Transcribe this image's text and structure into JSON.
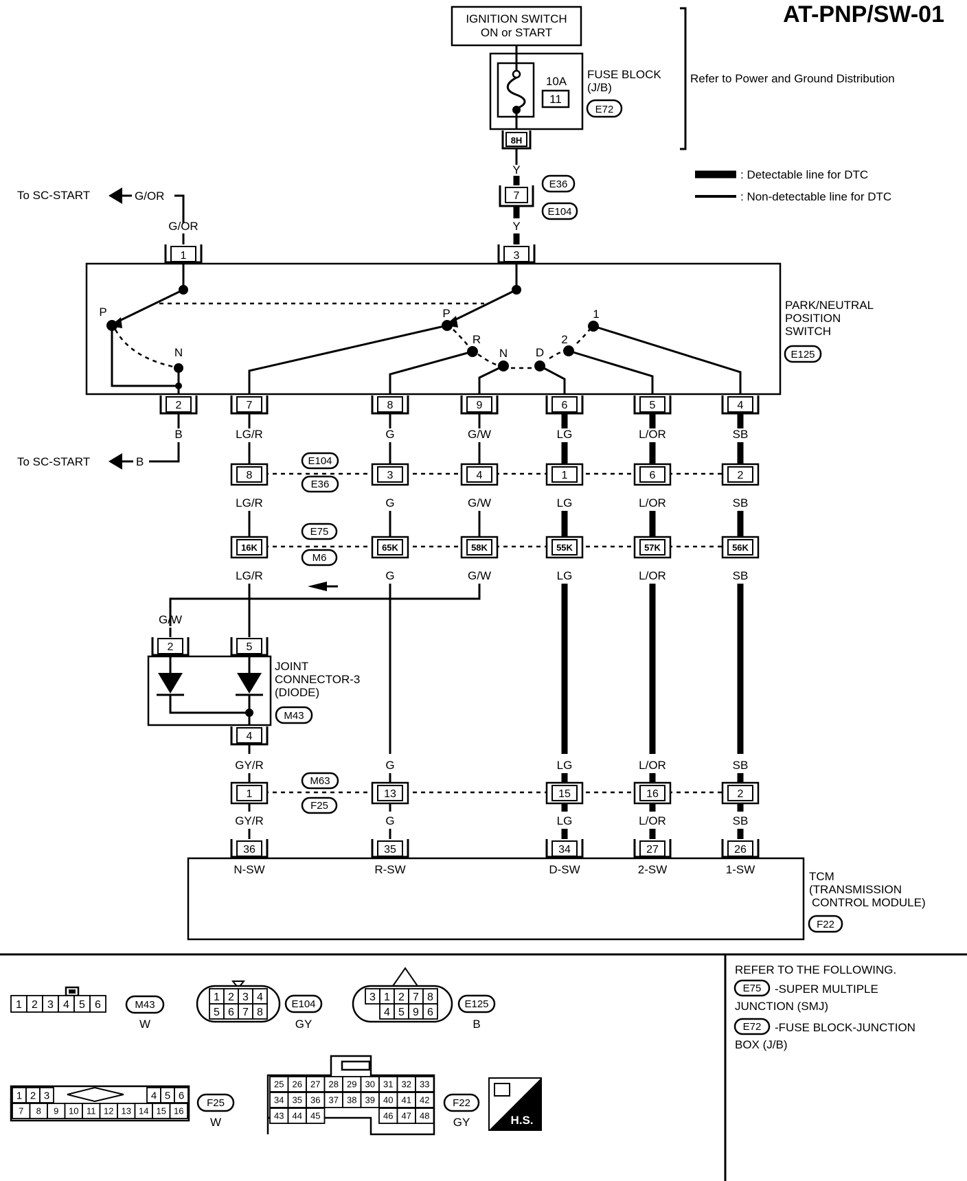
{
  "title": "AT-PNP/SW-01",
  "ignition": {
    "line1": "IGNITION SWITCH",
    "line2": "ON or START"
  },
  "fuse_block": {
    "line1": "FUSE BLOCK",
    "line2": "(J/B)",
    "rating": "10A",
    "number": "11",
    "connector": "E72",
    "terminal": "8H"
  },
  "refer_power": "Refer to Power and Ground Distribution",
  "legend": {
    "detectable": ": Detectable line for DTC",
    "non_detectable": ": Non-detectable line for DTC"
  },
  "sc_start": {
    "top_label": "To SC-START",
    "top_wire": "G/OR",
    "bottom_label": "To SC-START",
    "bottom_wire": "B"
  },
  "inline_top": {
    "wire_above": "Y",
    "pin": "7",
    "conn_a": "E36",
    "conn_b": "E104",
    "wire_below": "Y"
  },
  "pnp_switch": {
    "line1": "PARK/NEUTRAL",
    "line2": "POSITION",
    "line3": "SWITCH",
    "connector": "E125",
    "top_pins": [
      "1",
      "3"
    ],
    "top_wires": [
      "G/OR",
      "Y"
    ],
    "positions": [
      "P",
      "N",
      "P",
      "R",
      "N",
      "D",
      "2",
      "1"
    ],
    "bottom_pins": [
      "2",
      "7",
      "8",
      "9",
      "6",
      "5",
      "4"
    ],
    "bottom_wires": [
      "B",
      "LG/R",
      "G",
      "G/W",
      "LG",
      "L/OR",
      "SB"
    ]
  },
  "row1": {
    "pins": [
      "8",
      "3",
      "4",
      "1",
      "6",
      "2"
    ],
    "conn_a": "E104",
    "conn_b": "E36",
    "wires_below": [
      "LG/R",
      "G",
      "G/W",
      "LG",
      "L/OR",
      "SB"
    ]
  },
  "row2": {
    "pins": [
      "16K",
      "65K",
      "58K",
      "55K",
      "57K",
      "56K"
    ],
    "conn_a": "E75",
    "conn_b": "M6",
    "wires_below": [
      "LG/R",
      "G",
      "G/W",
      "LG",
      "L/OR",
      "SB"
    ]
  },
  "joint": {
    "line1": "JOINT",
    "line2": "CONNECTOR-3",
    "line3": "(DIODE)",
    "connector": "M43",
    "wire_in": "G/W",
    "pin_a": "2",
    "pin_b": "5",
    "pin_out": "4"
  },
  "row3": {
    "wires_above": [
      "GY/R",
      "G",
      "LG",
      "L/OR",
      "SB"
    ],
    "pins": [
      "1",
      "13",
      "15",
      "16",
      "2"
    ],
    "conn_a": "M63",
    "conn_b": "F25",
    "wires_below": [
      "GY/R",
      "G",
      "LG",
      "L/OR",
      "SB"
    ]
  },
  "tcm": {
    "line1": "TCM",
    "line2": "(TRANSMISSION",
    "line3": "CONTROL MODULE)",
    "connector": "F22",
    "pins": [
      "36",
      "35",
      "34",
      "27",
      "26"
    ],
    "terminals": [
      "N-SW",
      "R-SW",
      "D-SW",
      "2-SW",
      "1-SW"
    ]
  },
  "refer": {
    "heading": "REFER TO THE FOLLOWING.",
    "item1_conn": "E75",
    "item1_text1": "-SUPER MULTIPLE",
    "item1_text2": "JUNCTION (SMJ)",
    "item2_conn": "E72",
    "item2_text1": "-FUSE BLOCK-JUNCTION",
    "item2_text2": "BOX (J/B)"
  },
  "face_m43": {
    "name": "M43",
    "color": "W",
    "pins": [
      "1",
      "2",
      "3",
      "4",
      "5",
      "6"
    ]
  },
  "face_e104": {
    "name": "E104",
    "color": "GY",
    "top": [
      "1",
      "2",
      "3",
      "4"
    ],
    "bottom": [
      "5",
      "6",
      "7",
      "8"
    ]
  },
  "face_e125": {
    "name": "E125",
    "color": "B",
    "top": [
      "3",
      "1",
      "2",
      "7",
      "8"
    ],
    "bottom": [
      "4",
      "5",
      "9",
      "6"
    ]
  },
  "face_f25": {
    "name": "F25",
    "color": "W",
    "top_left": [
      "1",
      "2",
      "3"
    ],
    "top_right": [
      "4",
      "5",
      "6"
    ],
    "bottom": [
      "7",
      "8",
      "9",
      "10",
      "11",
      "12",
      "13",
      "14",
      "15",
      "16"
    ]
  },
  "face_f22": {
    "name": "F22",
    "color": "GY",
    "row1": [
      "25",
      "26",
      "27",
      "28",
      "29",
      "30",
      "31",
      "32",
      "33"
    ],
    "row2": [
      "34",
      "35",
      "36",
      "37",
      "38",
      "39",
      "40",
      "41",
      "42"
    ],
    "row3_left": [
      "43",
      "44",
      "45"
    ],
    "row3_right": [
      "46",
      "47",
      "48"
    ]
  },
  "hs_badge": "H.S."
}
